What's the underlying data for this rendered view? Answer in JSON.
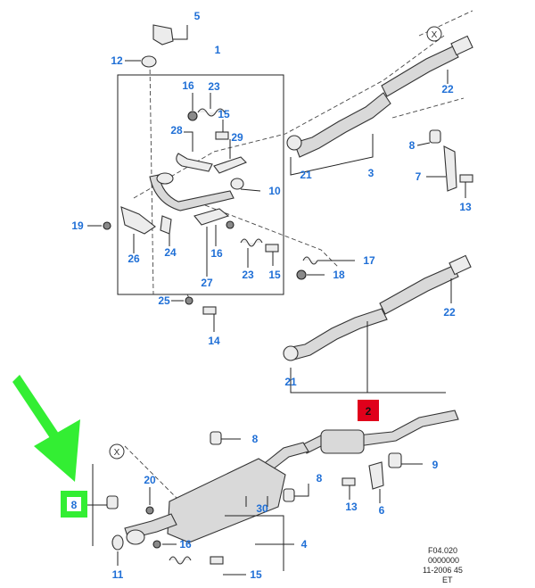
{
  "diagram": {
    "callouts": {
      "n5": "5",
      "n1": "1",
      "n12": "12",
      "n16a": "16",
      "n23a": "23",
      "n15a": "15",
      "n28": "28",
      "n29": "29",
      "n10": "10",
      "n19": "19",
      "n26": "26",
      "n24": "24",
      "n16b": "16",
      "n23b": "23",
      "n15b": "15",
      "n27": "27",
      "n17": "17",
      "n18": "18",
      "n25": "25",
      "n14": "14",
      "n21a": "21",
      "n3": "3",
      "n22a": "22",
      "n8a": "8",
      "n7": "7",
      "n13a": "13",
      "n22b": "22",
      "n21b": "21",
      "n2": "2",
      "n8b": "8",
      "n8c": "8",
      "n8d": "8",
      "n9": "9",
      "n20": "20",
      "n30": "30",
      "n6": "6",
      "n13b": "13",
      "n16c": "16",
      "n4": "4",
      "n11": "11",
      "n15c": "15"
    },
    "view_marks": {
      "top": "X",
      "bottom": "X"
    },
    "highlight_color": "#e0001b",
    "arrow_color": "#33ee33",
    "footer": {
      "line1": "F04.020",
      "line2": "0000000",
      "line3": "11-2006 45",
      "line4": "ET"
    }
  }
}
